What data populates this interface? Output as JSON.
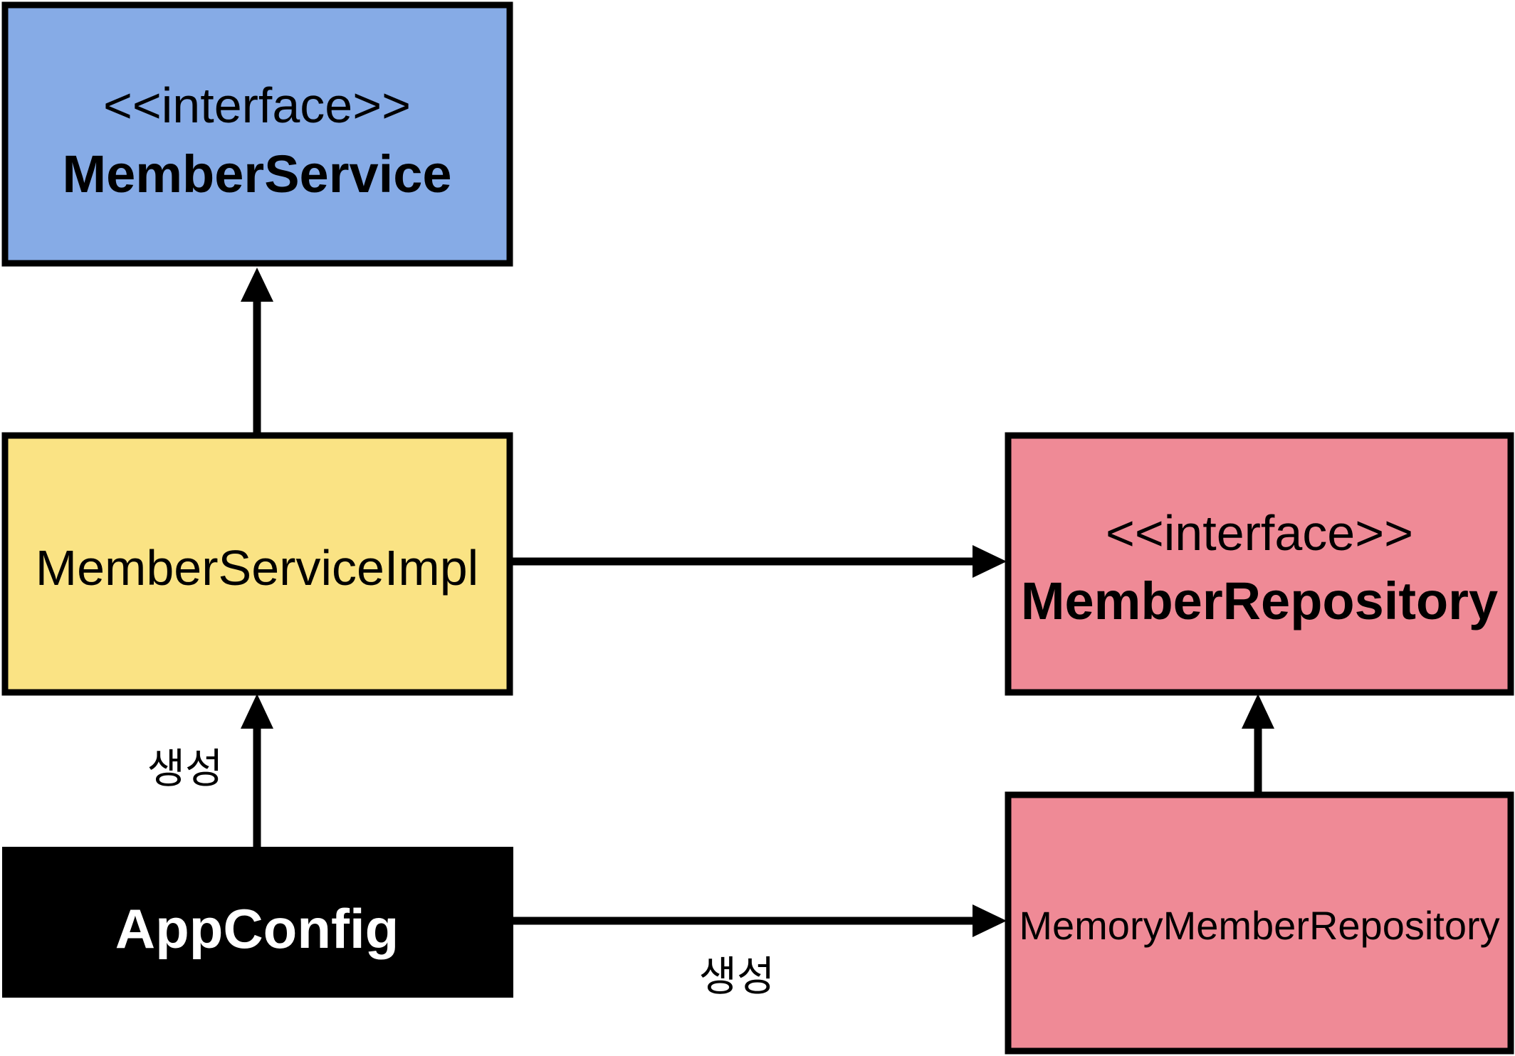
{
  "colors": {
    "interface_blue": "#86ABE6",
    "impl_yellow": "#FAE384",
    "repo_pink": "#EF8A96",
    "config_black": "#000000",
    "stroke": "#000000"
  },
  "nodes": {
    "member_service": {
      "stereotype": "<<interface>>",
      "name": "MemberService"
    },
    "member_service_impl": {
      "name": "MemberServiceImpl"
    },
    "member_repository": {
      "stereotype": "<<interface>>",
      "name": "MemberRepository"
    },
    "memory_member_repository": {
      "name": "MemoryMemberRepository"
    },
    "app_config": {
      "name": "AppConfig"
    }
  },
  "edges": {
    "app_config_to_impl": {
      "label": "생성"
    },
    "app_config_to_memory_repo": {
      "label": "생성"
    }
  }
}
